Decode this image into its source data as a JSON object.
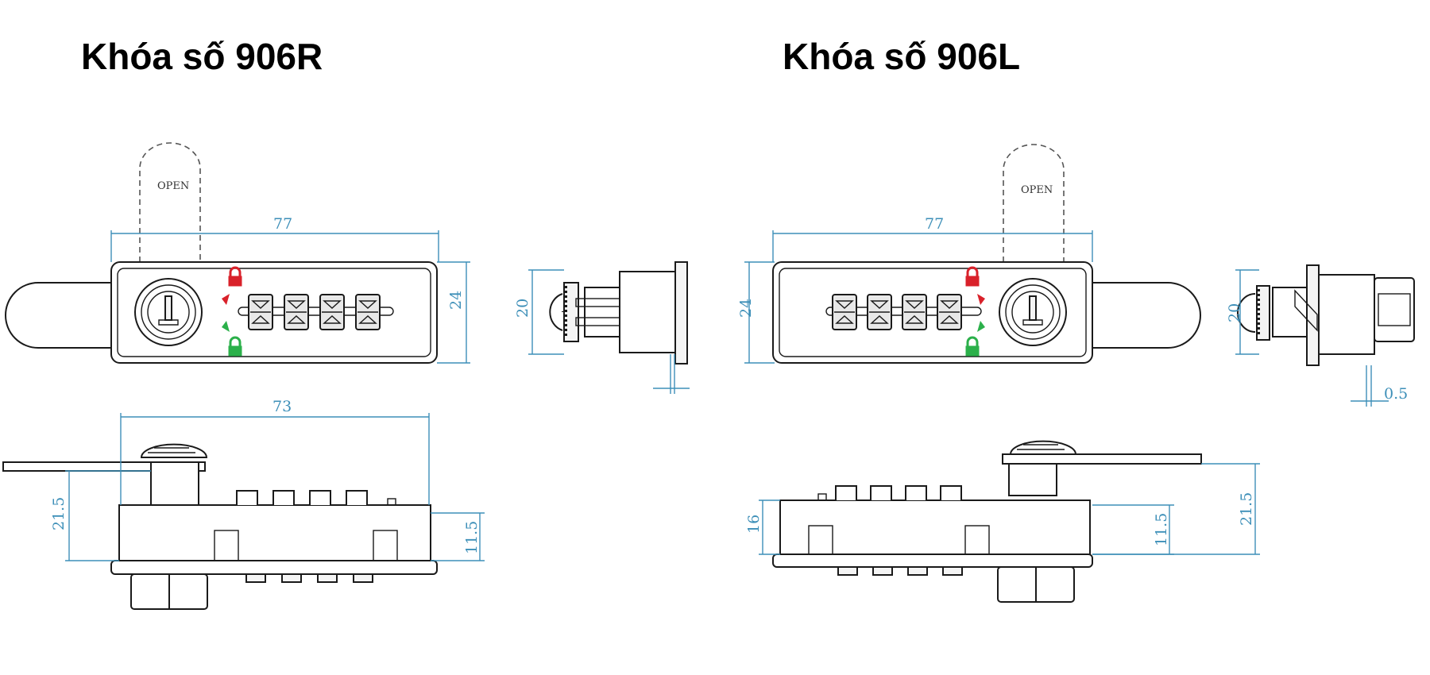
{
  "titles": {
    "left": "Khóa số 906R",
    "right": "Khóa số 906L"
  },
  "labels": {
    "open": "OPEN"
  },
  "dimensions": {
    "length_77": "77",
    "length_73": "73",
    "height_24": "24",
    "height_20": "20",
    "height_21_5": "21.5",
    "height_11_5": "11.5",
    "height_16": "16",
    "gap_0_5": "0.5"
  },
  "colors": {
    "dimension_lines": "#3d8fb8",
    "lock_icon": "#d9212a",
    "unlock_icon": "#2bb04a"
  }
}
